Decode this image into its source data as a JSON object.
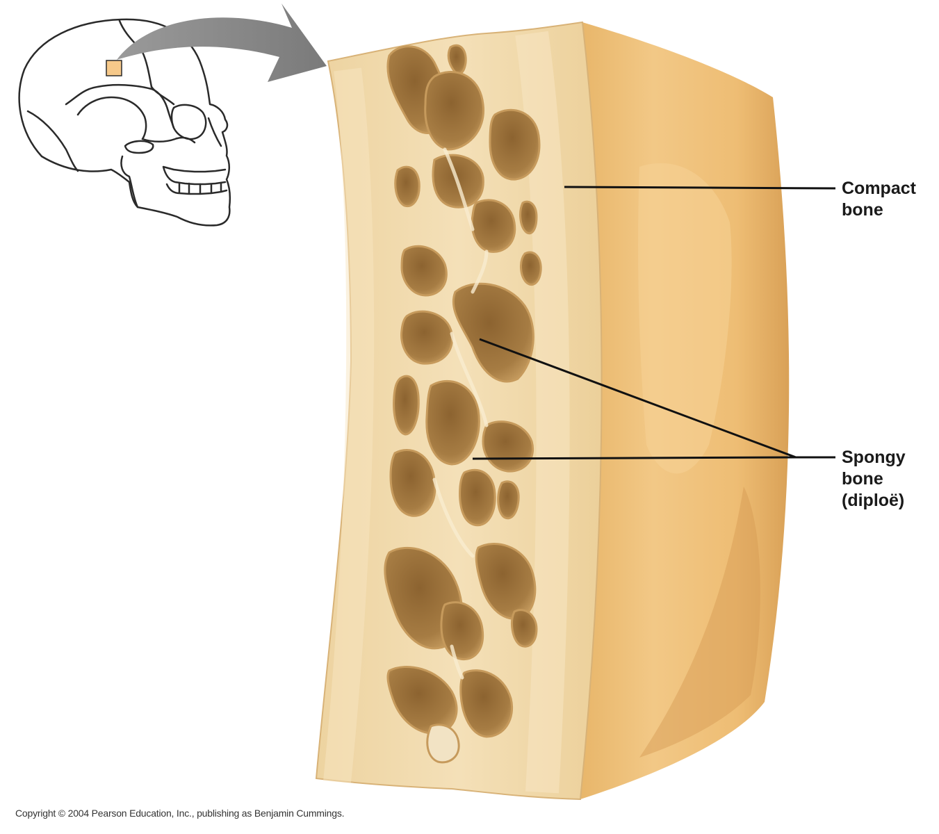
{
  "labels": {
    "compact_bone": [
      "Compact",
      "bone"
    ],
    "spongy_bone": [
      "Spongy",
      "bone",
      "(diploë)"
    ]
  },
  "copyright": "Copyright © 2004 Pearson Education, Inc., publishing as Benjamin Cummings.",
  "colors": {
    "bone_light": "#f1d9a8",
    "bone_face": "#ecc47e",
    "bone_shadow": "#d9a45e",
    "cavity": "#a57a3e",
    "cavity_dark": "#7e5a2a",
    "marker": "#f6c98a",
    "arrow": "#8a8a8a",
    "leader_line": "#111111"
  }
}
